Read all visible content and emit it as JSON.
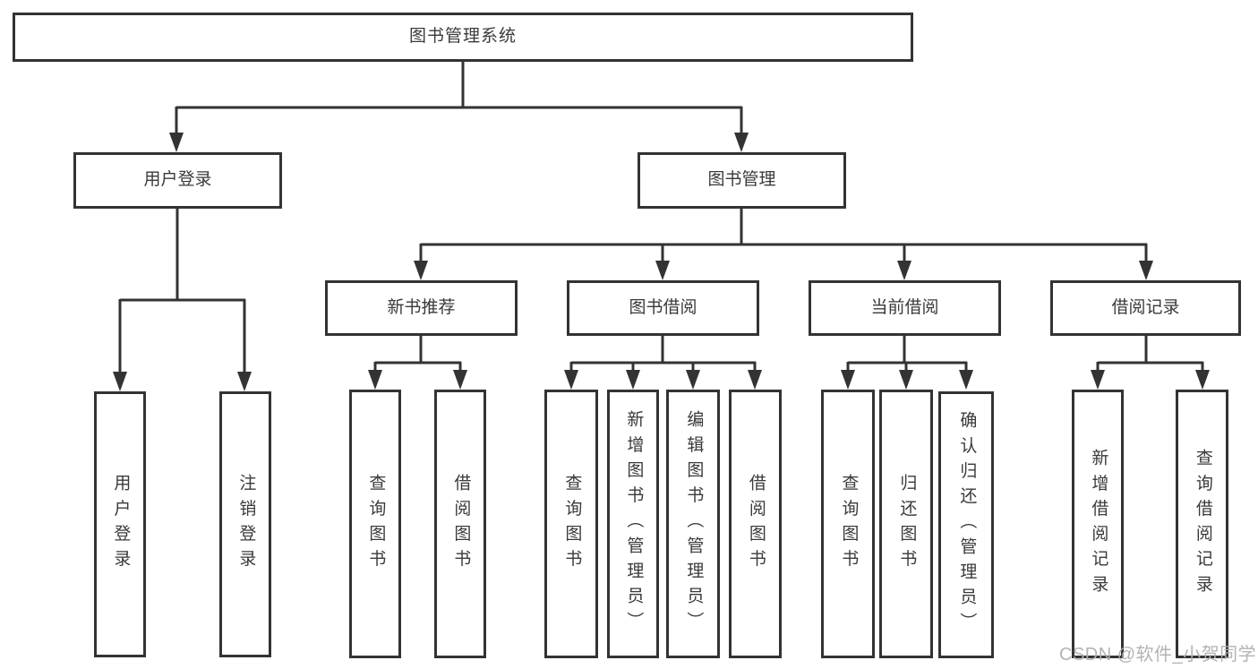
{
  "tree": {
    "label": "图书管理系统",
    "children": [
      {
        "label": "用户登录",
        "children": [
          {
            "label": "用户登录"
          },
          {
            "label": "注销登录"
          }
        ]
      },
      {
        "label": "图书管理",
        "children": [
          {
            "label": "新书推荐",
            "children": [
              {
                "label": "查询图书"
              },
              {
                "label": "借阅图书"
              }
            ]
          },
          {
            "label": "图书借阅",
            "children": [
              {
                "label": "查询图书"
              },
              {
                "label": "新增图书（管理员）"
              },
              {
                "label": "编辑图书（管理员）"
              },
              {
                "label": "借阅图书"
              }
            ]
          },
          {
            "label": "当前借阅",
            "children": [
              {
                "label": "查询图书"
              },
              {
                "label": "归还图书"
              },
              {
                "label": "确认归还（管理员）"
              }
            ]
          },
          {
            "label": "借阅记录",
            "children": [
              {
                "label": "新增借阅记录"
              },
              {
                "label": "查询借阅记录"
              }
            ]
          }
        ]
      }
    ]
  },
  "watermark": {
    "text": "CSDN @软件_小贺同学"
  },
  "colors": {
    "line": "#333333",
    "box_border": "#333333",
    "text": "#3a3a3a",
    "watermark": "#afafaf",
    "background": "#ffffff"
  }
}
